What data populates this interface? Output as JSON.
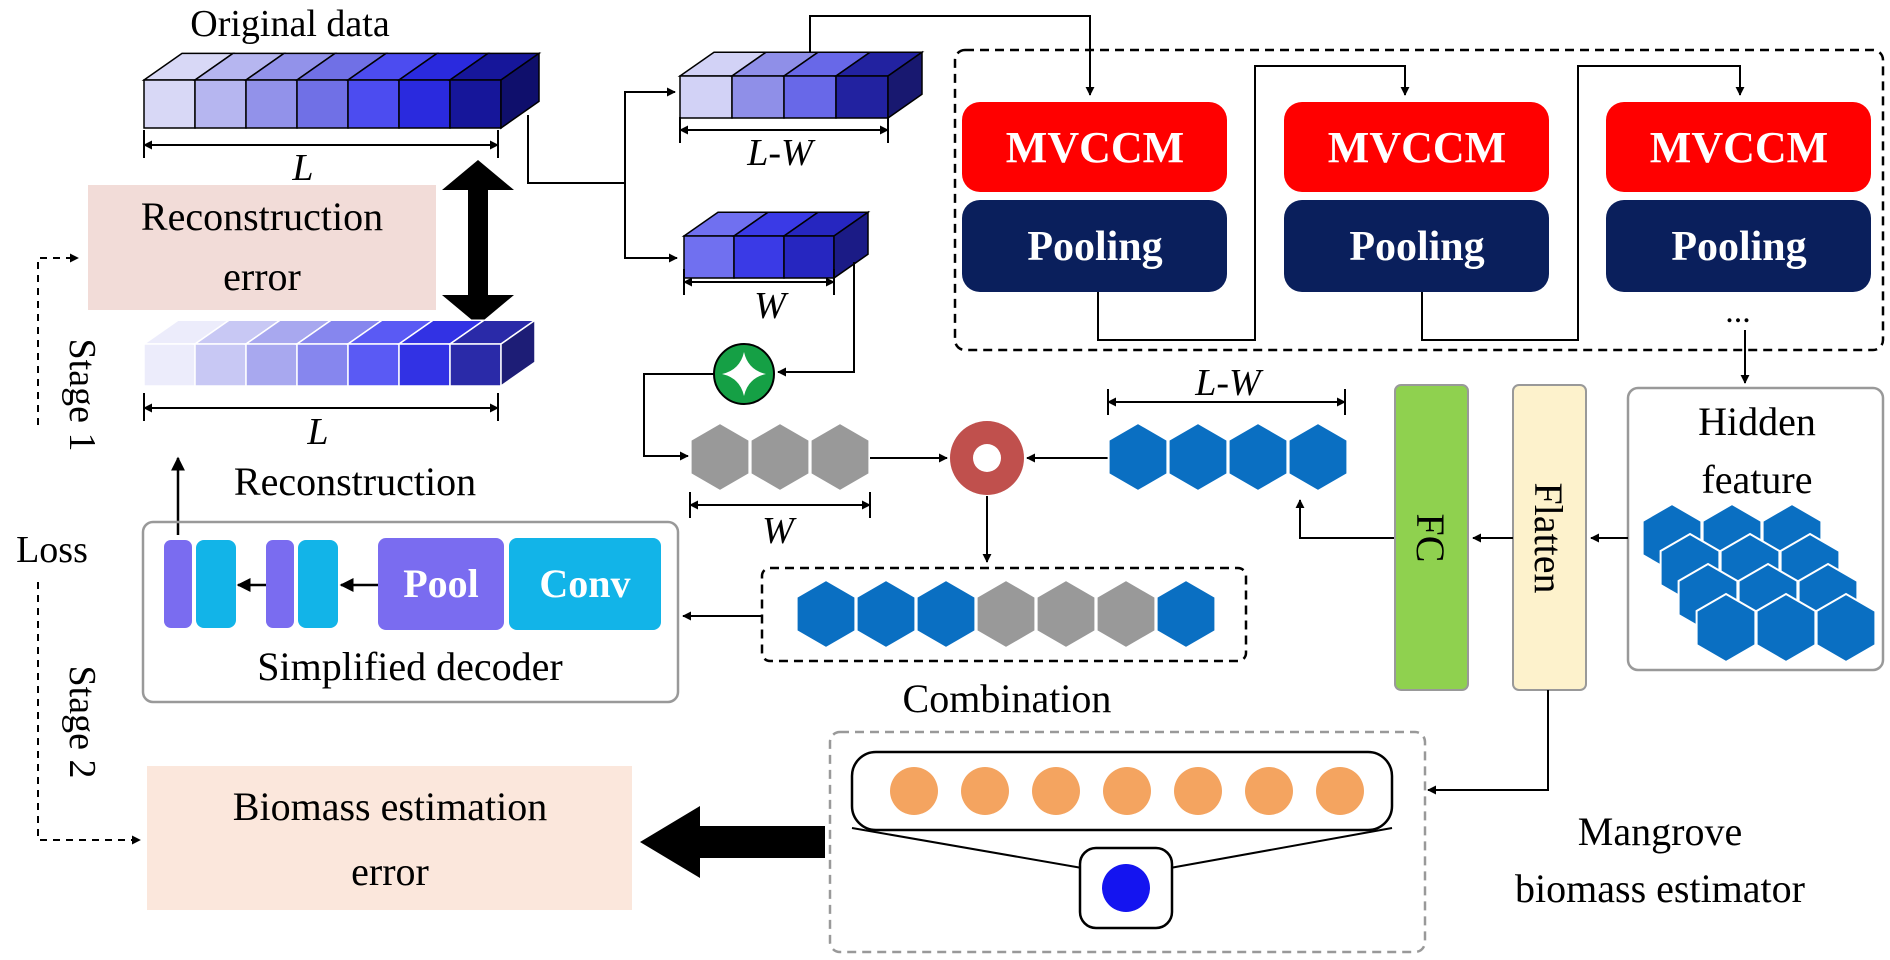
{
  "labels": {
    "original_data": "Original data",
    "reconstruction_error_line1": "Reconstruction",
    "reconstruction_error_line2": "error",
    "dim_L_top": "L",
    "dim_L_bottom": "L",
    "dim_LW_top": "L-W",
    "dim_W_top": "W",
    "dim_W_bottom": "W",
    "dim_LW_blue": "L-W",
    "stage1": "Stage 1",
    "stage2": "Stage 2",
    "loss": "Loss",
    "reconstruction": "Reconstruction",
    "simplified_decoder": "Simplified decoder",
    "pool": "Pool",
    "conv": "Conv",
    "combination": "Combination",
    "mvccm": "MVCCM",
    "pooling": "Pooling",
    "ellipsis": "...",
    "hidden_feature_line1": "Hidden",
    "hidden_feature_line2": "feature",
    "fc": "FC",
    "flatten": "Flatten",
    "estimator_line1": "Mangrove",
    "estimator_line2": "biomass estimator",
    "biomass_error_line1": "Biomass estimation",
    "biomass_error_line2": "error"
  },
  "colors": {
    "mvccm": "#ff0000",
    "pooling": "#0a1f5c",
    "reconstruction_error_bg": "#f2dcd8",
    "biomass_error_bg": "#fbe7dc",
    "fc": "#8fd14f",
    "flatten": "#fdf2cc",
    "pool_block": "#7a6cf0",
    "conv_block": "#12b4e8",
    "hexagon_gray": "#999999",
    "hexagon_blue": "#0a6fc2",
    "neuron_orange": "#f4a460",
    "neuron_blue": "#1414f0",
    "add_op": "#15a045",
    "combine_op": "#c0504d"
  },
  "mvccm_stages": [
    {
      "mvccm": "MVCCM",
      "pooling": "Pooling"
    },
    {
      "mvccm": "MVCCM",
      "pooling": "Pooling"
    },
    {
      "mvccm": "MVCCM",
      "pooling": "Pooling"
    }
  ]
}
